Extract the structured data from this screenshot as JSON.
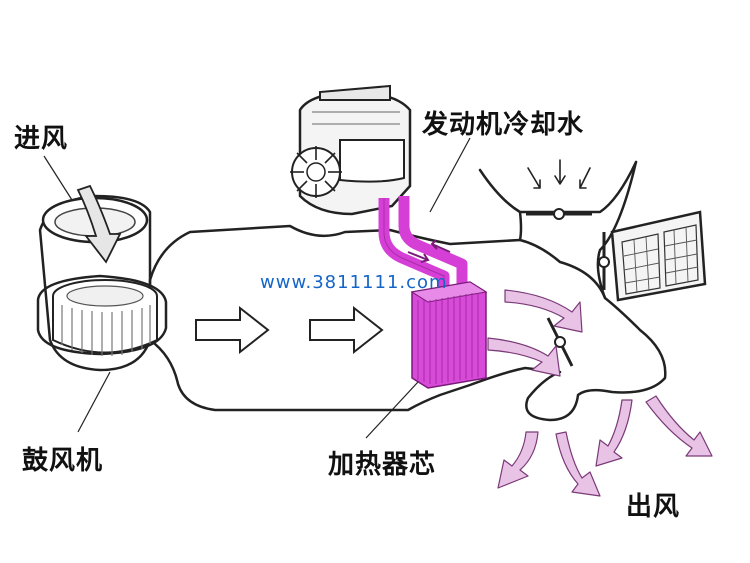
{
  "labels": {
    "air_inlet": "进风",
    "blower": "鼓风机",
    "coolant": "发动机冷却水",
    "heater_core": "加热器芯",
    "air_outlet": "出风"
  },
  "watermark": "www.3811111.com",
  "colors": {
    "coolant_pipe": "#d63fd6",
    "heater_core": "#d84ad8",
    "airflow_arrow": "#e9c3e6",
    "watermark": "#1565c8",
    "outline": "#222222"
  }
}
